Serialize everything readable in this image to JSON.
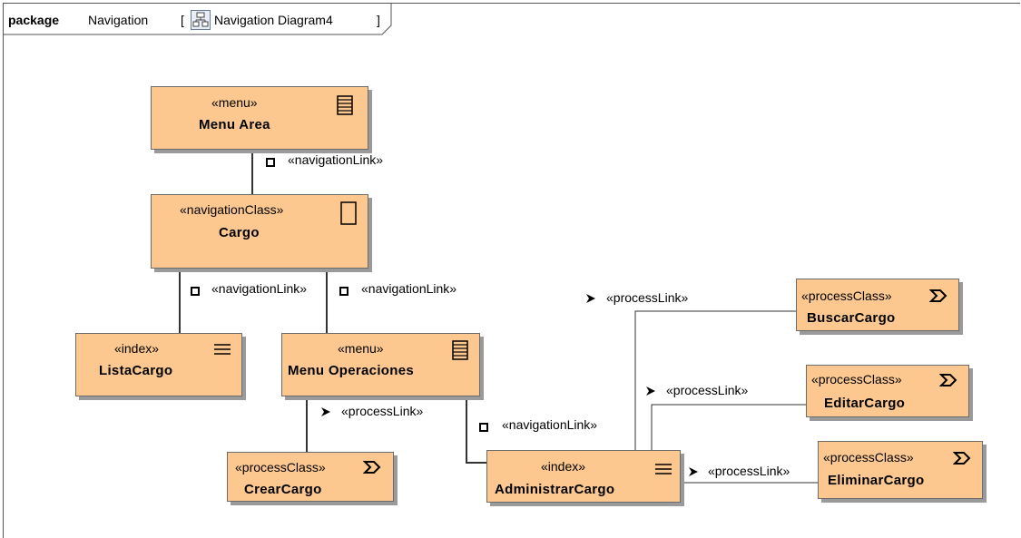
{
  "frame": {
    "keyword": "package",
    "package_name": "Navigation",
    "open_bracket": "[",
    "diagram_name": "Navigation Diagram4",
    "close_bracket": "]"
  },
  "nodes": {
    "menu_area": {
      "stereotype": "«menu»",
      "name": "Menu Area",
      "icon": "menu-icon"
    },
    "cargo": {
      "stereotype": "«navigationClass»",
      "name": "Cargo",
      "icon": "navigation-class-icon"
    },
    "lista_cargo": {
      "stereotype": "«index»",
      "name": "ListaCargo",
      "icon": "index-icon"
    },
    "menu_operaciones": {
      "stereotype": "«menu»",
      "name": "Menu Operaciones",
      "icon": "menu-icon"
    },
    "crear_cargo": {
      "stereotype": "«processClass»",
      "name": "CrearCargo",
      "icon": "process-class-icon"
    },
    "administrar_cargo": {
      "stereotype": "«index»",
      "name": "AdministrarCargo",
      "icon": "index-icon"
    },
    "buscar_cargo": {
      "stereotype": "«processClass»",
      "name": "BuscarCargo",
      "icon": "process-class-icon"
    },
    "editar_cargo": {
      "stereotype": "«processClass»",
      "name": "EditarCargo",
      "icon": "process-class-icon"
    },
    "eliminar_cargo": {
      "stereotype": "«processClass»",
      "name": "EliminarCargo",
      "icon": "process-class-icon"
    }
  },
  "links": {
    "menuarea_cargo": "«navigationLink»",
    "cargo_lista": "«navigationLink»",
    "cargo_menuops": "«navigationLink»",
    "menuops_crear": "«processLink»",
    "menuops_admin": "«navigationLink»",
    "admin_buscar": "«processLink»",
    "admin_editar": "«processLink»",
    "admin_eliminar": "«processLink»"
  },
  "colors": {
    "node_fill": "#fcc890",
    "node_shadow": "#9a9a9a",
    "connector": "#333333"
  }
}
